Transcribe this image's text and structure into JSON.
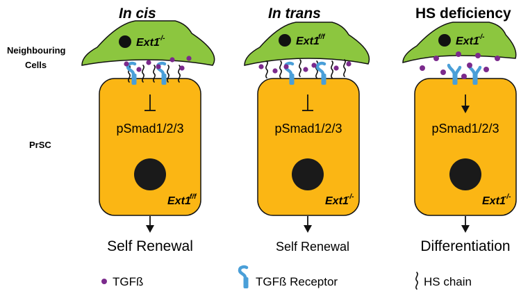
{
  "side_labels": {
    "neighbouring_line1": "Neighbouring",
    "neighbouring_line2": "Cells",
    "prsc": "PrSC"
  },
  "panels": [
    {
      "heading": "In cis",
      "heading_italic": true,
      "neighbour_gene": "Ext1",
      "neighbour_gene_sup": "-/-",
      "signal_text": "pSmad1/2/3",
      "signal_effect": "inhibition",
      "prsc_gene": "Ext1",
      "prsc_gene_sup": "f/f",
      "outcome": "Self Renewal"
    },
    {
      "heading": "In trans",
      "heading_italic": true,
      "neighbour_gene": "Ext1",
      "neighbour_gene_sup": "f/f",
      "signal_text": "pSmad1/2/3",
      "signal_effect": "inhibition",
      "prsc_gene": "Ext1",
      "prsc_gene_sup": "-/-",
      "outcome": "Self Renewal"
    },
    {
      "heading": "HS deficiency",
      "heading_italic": false,
      "neighbour_gene": "Ext1",
      "neighbour_gene_sup": "-/-",
      "signal_text": "pSmad1/2/3",
      "signal_effect": "activation",
      "prsc_gene": "Ext1",
      "prsc_gene_sup": "-/-",
      "outcome": "Differentiation"
    }
  ],
  "legend": [
    {
      "icon": "tgfb-ligand-icon",
      "label": "TGFß"
    },
    {
      "icon": "tgfb-receptor-icon",
      "label": "TGFß Receptor"
    },
    {
      "icon": "hs-chain-icon",
      "label": "HS chain"
    }
  ],
  "colors": {
    "neighbour_cell": "#8cc63f",
    "prsc_cell": "#fbb614",
    "receptor": "#4a9fd8",
    "tgfb": "#7b2a8c",
    "nucleus": "#1a1a1a"
  }
}
